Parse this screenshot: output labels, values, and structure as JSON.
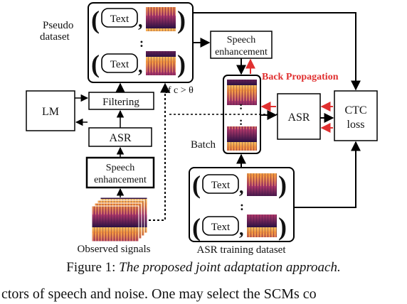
{
  "colors": {
    "arrow": "#000000",
    "backprop": "#e03030",
    "spec_dark": "#2a1042",
    "spec_mid": "#b0386a",
    "spec_light": "#f4a040"
  },
  "diagram": {
    "pseudo_dataset_label_line1": "Pseudo",
    "pseudo_dataset_label_line2": "dataset",
    "text_token": "Text",
    "comma": ",",
    "vdots": ":",
    "lm": "LM",
    "filtering": "Filtering",
    "asr_left": "ASR",
    "speech_enh_left_line1": "Speech",
    "speech_enh_left_line2": "enhancement",
    "observed_signals": "Observed signals",
    "condition": "if c > θ",
    "speech_enh_top_line1": "Speech",
    "speech_enh_top_line2": "enhancement",
    "back_propagation": "Back Propagation",
    "batch": "Batch",
    "asr_right": "ASR",
    "ctc_line1": "CTC",
    "ctc_line2": "loss",
    "asr_training_dataset": "ASR training dataset"
  },
  "caption": {
    "prefix": "Figure 1: ",
    "title": "The proposed joint adaptation approach."
  },
  "body_text": "ctors of speech and noise. One may select the SCMs co"
}
